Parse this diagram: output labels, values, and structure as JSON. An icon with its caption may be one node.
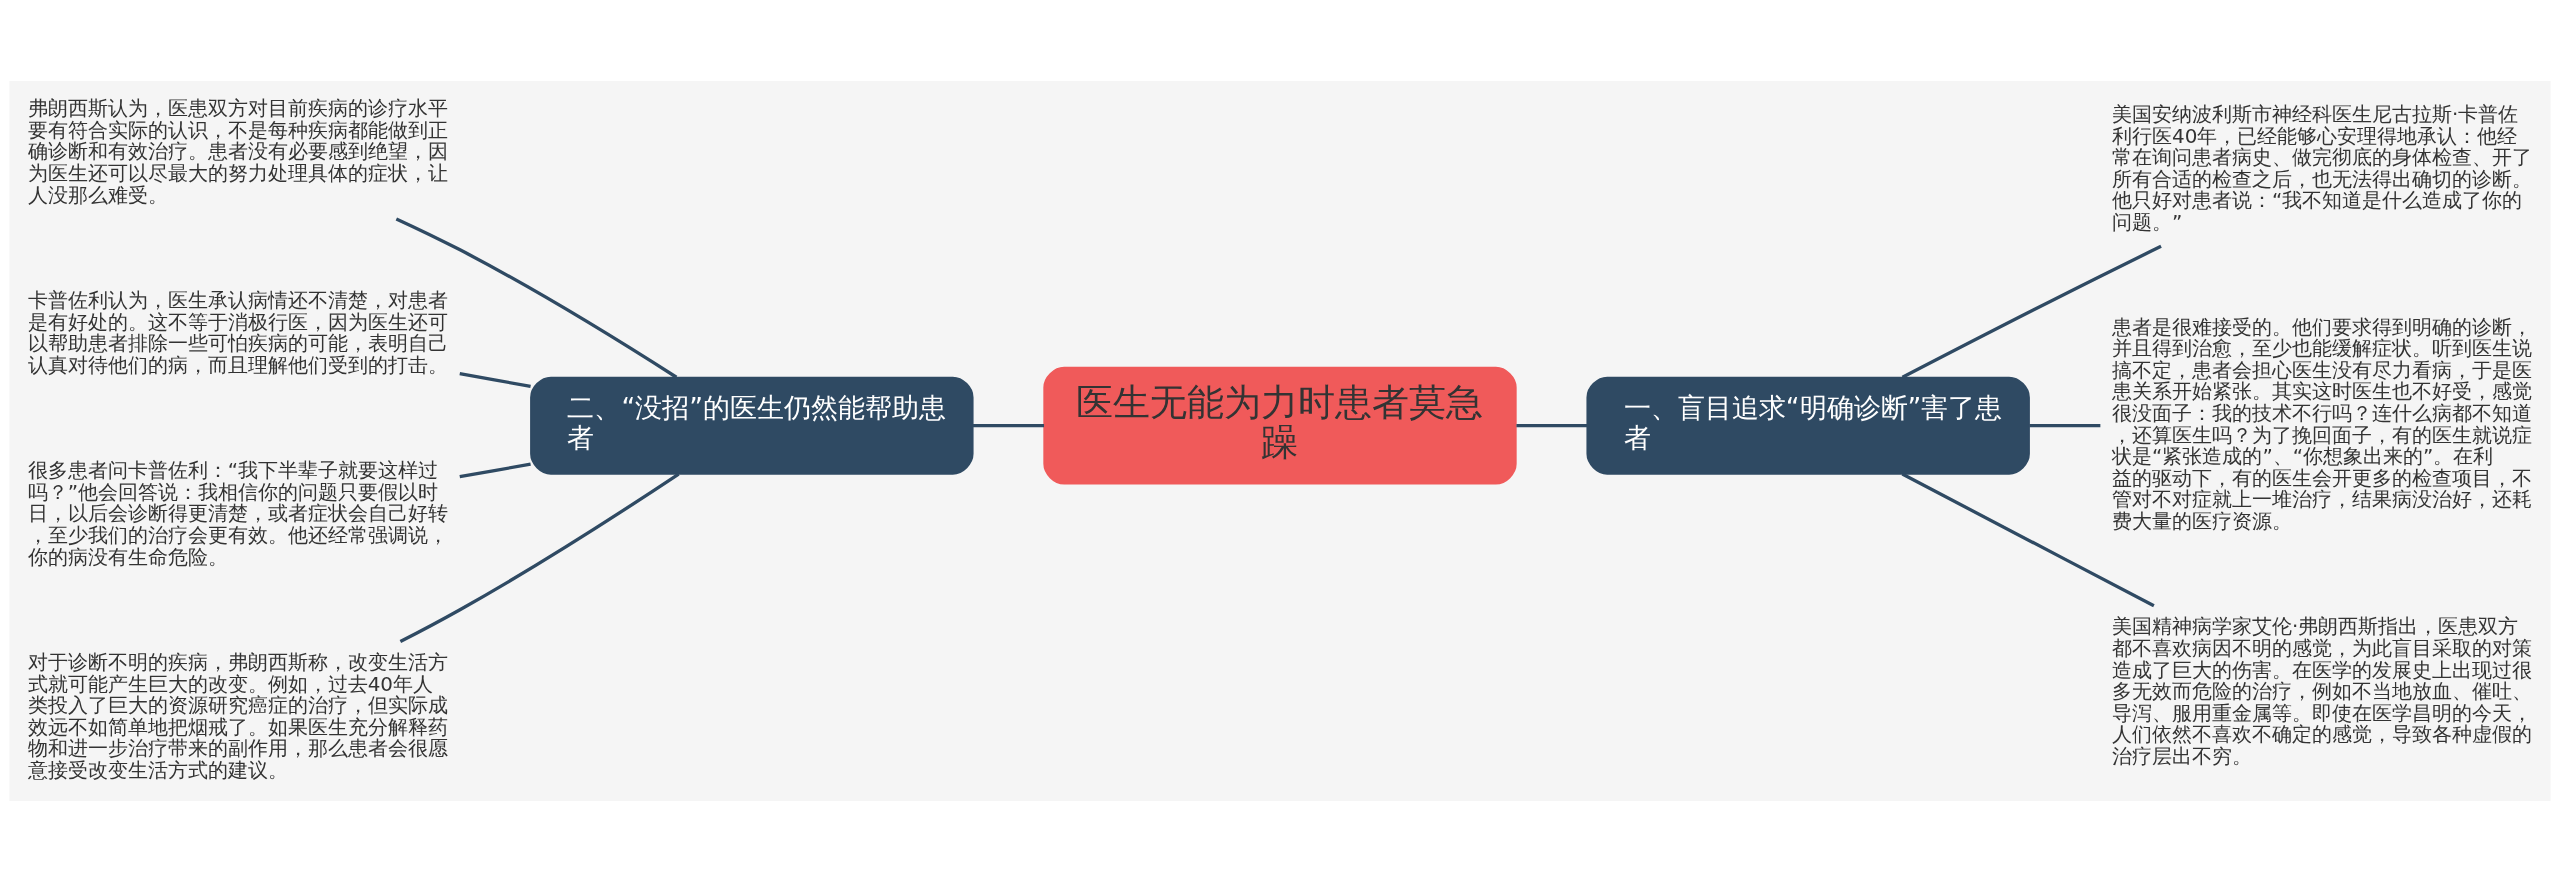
{
  "diagram": {
    "nodes": [
      {
        "text": [
          "医生无能为力时患者莫急躁"
        ]
      },
      {
        "text": [
          "二、“没招”的医生仍然能帮助患者"
        ]
      },
      {
        "text": [
          "一、盲目追求“明确诊断”害了患者"
        ]
      },
      {
        "text": [
          "弗朗西斯认为，医患双方对目前疾病的诊疗水平要有符合实际的认识，不是每种疾病都能做到正确诊断和有效治疗。患者没有必要感到绝望，因为医生还可以尽最大的努力处理具体的症状，让人没那么难受。"
        ]
      },
      {
        "text": [
          "卡普佐利认为，医生承认病情还不清楚，对患者是有好处的。这不等于消极行医，因为医生还可以帮助患者排除一些可怕疾病的可能，表明自己认真对待他们的病，而且理解他们受到的打击。"
        ]
      },
      {
        "text": [
          "很多患者问卡普佐利：“我下半辈子就要这样过吗？”他会回答说：我相信你的问题只要假以时日，以后会诊断得更清楚，或者症状会自己好转，至少我们的治疗会更有效。他还经常强调说，你的病没有生命危险。"
        ]
      },
      {
        "text": [
          "对于诊断不明的疾病，弗朗西斯称，改变生活方式就可能产生巨大的改变。例如，过去40年人类投入了巨大的资源研究癌症的治疗，但实际成效远不如简单地把烟戒了。如果医生充分解释药物和进一步治疗带来的副作用，那么患者会很愿意接受改变生活方式的建议。"
        ]
      },
      {
        "text": [
          "美国安纳波利斯市神经科医生尼古拉斯·卡普佐利行医40年，已经能够心安理得地承认：他经常在询问患者病史、做完彻底的身体检查、开了所有合适的检查之后，也无法得出确切的诊断。他只好对患者说：“我不知道是什么造成了你的问题。”"
        ]
      },
      {
        "text": [
          "患者是很难接受的。他们要求得到明确的诊断，并且得到治愈，至少也能缓解症状。听到医生说搞不定，患者会担心医生没有尽力看病，于是医患关系开始紧张。其实这时医生也不好受，感觉很没面子：我的技术不行吗？连什么病都不知道，还算医生吗？为了挽回面子，有的医生就说症状是“紧张造成的”、“你想象出来的”。在利益的驱动下，有的医生会开更多的检查项目，不管对不对症就上一堆治疗，结果病没治好，还耗费大量的医疗资源。"
        ]
      },
      {
        "text": [
          "美国精神病学家艾伦·弗朗西斯指出，医患双方都不喜欢病因不明的感觉，为此盲目采取的对策造成了巨大的伤害。在医学的发展史上出现过很多无效而危险的治疗，例如不当地放血、催吐、导泻、服用重金属等。即使在医学昌明的今天，人们依然不喜欢不确定的感觉，导致各种虚假的治疗层出不穷。"
        ]
      }
    ],
    "edges": [
      {
        "from": 3,
        "to": 1,
        "arrow": "none"
      },
      {
        "from": 4,
        "to": 1,
        "arrow": "none"
      },
      {
        "from": 5,
        "to": 1,
        "arrow": "none"
      },
      {
        "from": 6,
        "to": 1,
        "arrow": "none"
      },
      {
        "from": 1,
        "to": 0,
        "arrow": "none"
      },
      {
        "from": 0,
        "to": 2,
        "arrow": "none"
      },
      {
        "from": 2,
        "to": 7,
        "arrow": "none"
      },
      {
        "from": 2,
        "to": 8,
        "arrow": "none"
      },
      {
        "from": 2,
        "to": 9,
        "arrow": "none"
      }
    ]
  }
}
